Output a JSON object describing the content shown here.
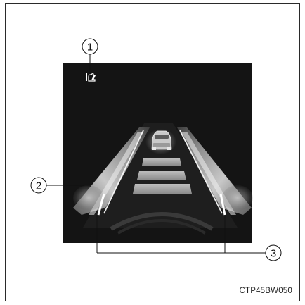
{
  "callouts": [
    {
      "number": "1"
    },
    {
      "number": "2"
    },
    {
      "number": "3"
    }
  ],
  "figure_code": "CTP45BW050",
  "colors": {
    "screen_bg": "#141414",
    "lane_line": "#e8e8e8",
    "stripe": "#a8a8a8"
  },
  "icons": {
    "indicator": "lane-assist-steering-hands-icon"
  }
}
